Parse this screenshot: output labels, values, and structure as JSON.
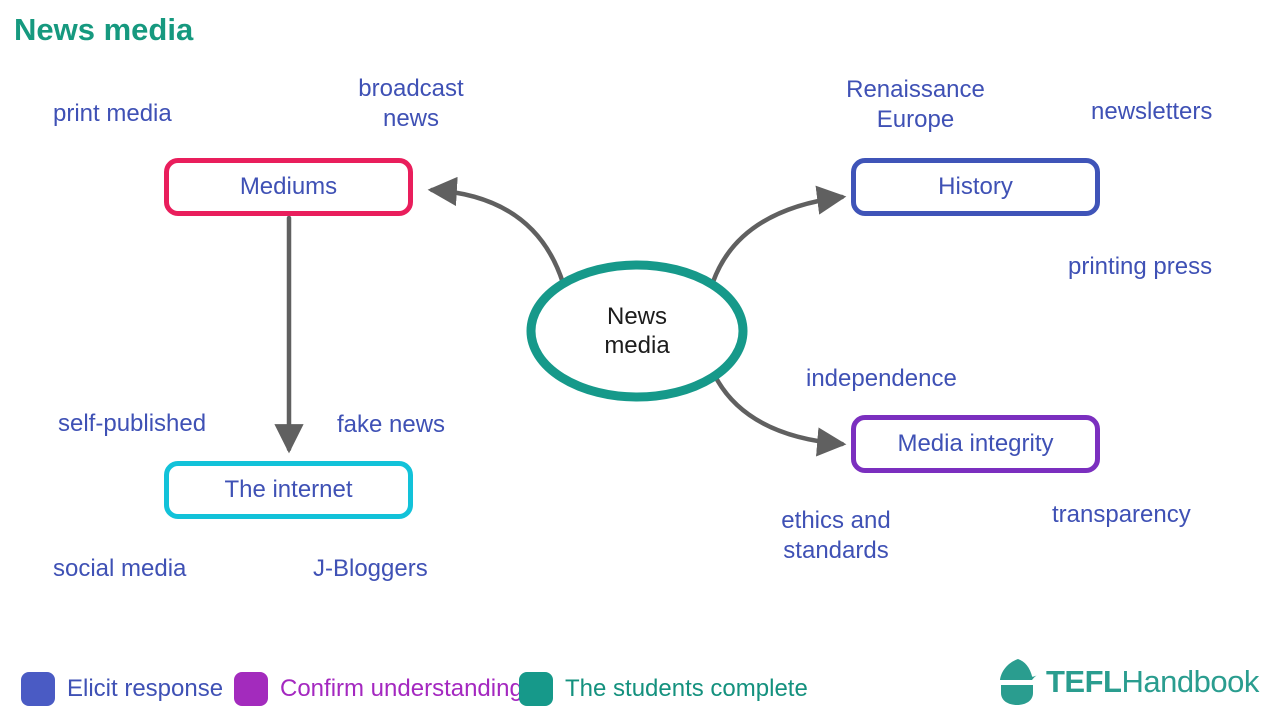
{
  "page_title": "News media",
  "center_node": {
    "label": "News\nmedia"
  },
  "nodes": [
    {
      "id": "mediums",
      "label": "Mediums",
      "border_color": "#E91E5C"
    },
    {
      "id": "history",
      "label": "History",
      "border_color": "#3F54B8"
    },
    {
      "id": "internet",
      "label": "The internet",
      "border_color": "#12C2D9"
    },
    {
      "id": "media-integrity",
      "label": "Media integrity",
      "border_color": "#7B2FBF"
    }
  ],
  "satellites": [
    {
      "id": "print-media",
      "text": "print media"
    },
    {
      "id": "broadcast-news",
      "text": "broadcast\nnews"
    },
    {
      "id": "renaissance-europe",
      "text": "Renaissance\nEurope"
    },
    {
      "id": "newsletters",
      "text": "newsletters"
    },
    {
      "id": "printing-press",
      "text": "printing press"
    },
    {
      "id": "independence",
      "text": "independence"
    },
    {
      "id": "self-published",
      "text": "self-published"
    },
    {
      "id": "fake-news",
      "text": "fake news"
    },
    {
      "id": "social-media",
      "text": "social media"
    },
    {
      "id": "j-bloggers",
      "text": "J-Bloggers"
    },
    {
      "id": "ethics-standards",
      "text": "ethics and\nstandards"
    },
    {
      "id": "transparency",
      "text": "transparency"
    }
  ],
  "legend": [
    {
      "label": "Elicit response",
      "swatch_color": "#4A5BC4",
      "text_color": "#3F51B5"
    },
    {
      "label": "Confirm understanding",
      "swatch_color": "#A32BBD",
      "text_color": "#A428C0"
    },
    {
      "label": "The students complete",
      "swatch_color": "#16998A",
      "text_color": "#14917E"
    }
  ],
  "logo": {
    "bold": "TEFL",
    "regular": "Handbook"
  },
  "colors": {
    "title_teal": "#16997F",
    "ellipse_teal": "#16998A",
    "arrow_gray": "#606060",
    "label_indigo": "#3F51B5",
    "logo_teal": "#2A9D8F",
    "center_text": "#1c1c1c",
    "background": "#FFFFFF"
  }
}
